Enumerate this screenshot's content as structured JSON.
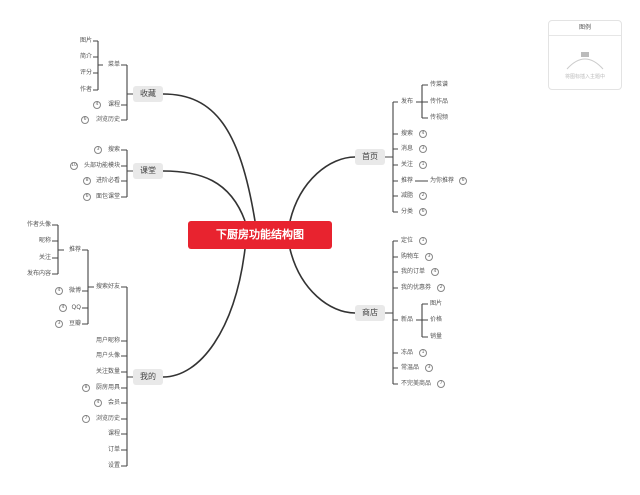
{
  "title": "下厨房功能结构图",
  "legend": {
    "title": "图例",
    "hint": "将图标插入主题中"
  },
  "shoucang": {
    "label": "收藏",
    "caidan": "菜单",
    "leaves": [
      "图片",
      "简介",
      "评分",
      "作者"
    ],
    "kecheng": "课程",
    "kecheng_badge": "4",
    "liulan": "浏览历史",
    "liulan_badge": "6"
  },
  "ketang": {
    "label": "课堂",
    "items": [
      {
        "label": "搜索",
        "badge": "3"
      },
      {
        "label": "头部功能模块",
        "badge": "10"
      },
      {
        "label": "进阶必看",
        "badge": "8"
      },
      {
        "label": "面包课堂",
        "badge": "6"
      }
    ]
  },
  "wode": {
    "label": "我的",
    "sousuo": "搜索好友",
    "tuijian": "推荐",
    "tuijian_leaves": [
      "作者头像",
      "昵称",
      "关注",
      "发布内容"
    ],
    "social": [
      {
        "label": "微博",
        "badge": "4"
      },
      {
        "label": "QQ",
        "badge": "4"
      },
      {
        "label": "豆瓣",
        "badge": "3"
      }
    ],
    "items": [
      {
        "label": "用户昵称"
      },
      {
        "label": "用户头像"
      },
      {
        "label": "关注数量"
      },
      {
        "label": "厨房用具",
        "badge": "8"
      },
      {
        "label": "会员",
        "badge": "4"
      },
      {
        "label": "浏览历史",
        "badge": "7"
      },
      {
        "label": "课程"
      },
      {
        "label": "订单"
      },
      {
        "label": "设置"
      }
    ]
  },
  "shouye": {
    "label": "首页",
    "fabu": "发布",
    "fabu_leaves": [
      "传菜谱",
      "传作品",
      "传视频"
    ],
    "items": [
      {
        "label": "搜索",
        "badge": "4"
      },
      {
        "label": "消息",
        "badge": "3"
      },
      {
        "label": "关注",
        "badge": "1"
      },
      {
        "label": "推荐"
      },
      {
        "label": "减脂",
        "badge": "2"
      },
      {
        "label": "分类",
        "badge": "6"
      }
    ],
    "weini": "为你推荐",
    "weini_badge": "6"
  },
  "shangdian": {
    "label": "商店",
    "items": [
      {
        "label": "定位",
        "badge": "1"
      },
      {
        "label": "购物车",
        "badge": "3"
      },
      {
        "label": "我的订单",
        "badge": "4"
      },
      {
        "label": "我的优惠券",
        "badge": "2"
      }
    ],
    "xinpin": "新品",
    "xinpin_leaves": [
      "图片",
      "价格",
      "销量"
    ],
    "items2": [
      {
        "label": "冻品",
        "badge": "1"
      },
      {
        "label": "常温品",
        "badge": "3"
      },
      {
        "label": "不完美商品",
        "badge": "7"
      }
    ]
  }
}
